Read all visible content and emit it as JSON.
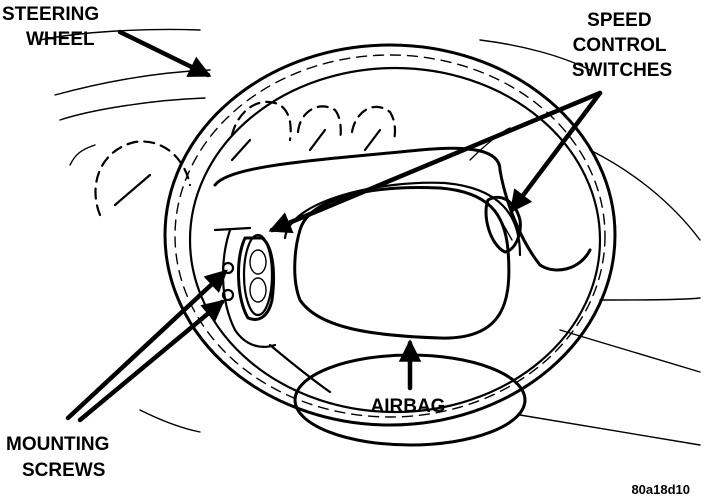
{
  "labels": {
    "steering_wheel": [
      "STEERING",
      "WHEEL"
    ],
    "speed_control_switches": [
      "SPEED",
      "CONTROL",
      "SWITCHES"
    ],
    "mounting_screws": [
      "MOUNTING",
      "SCREWS"
    ],
    "airbag": "AIRBAG"
  },
  "figure_code": "80a18d10"
}
